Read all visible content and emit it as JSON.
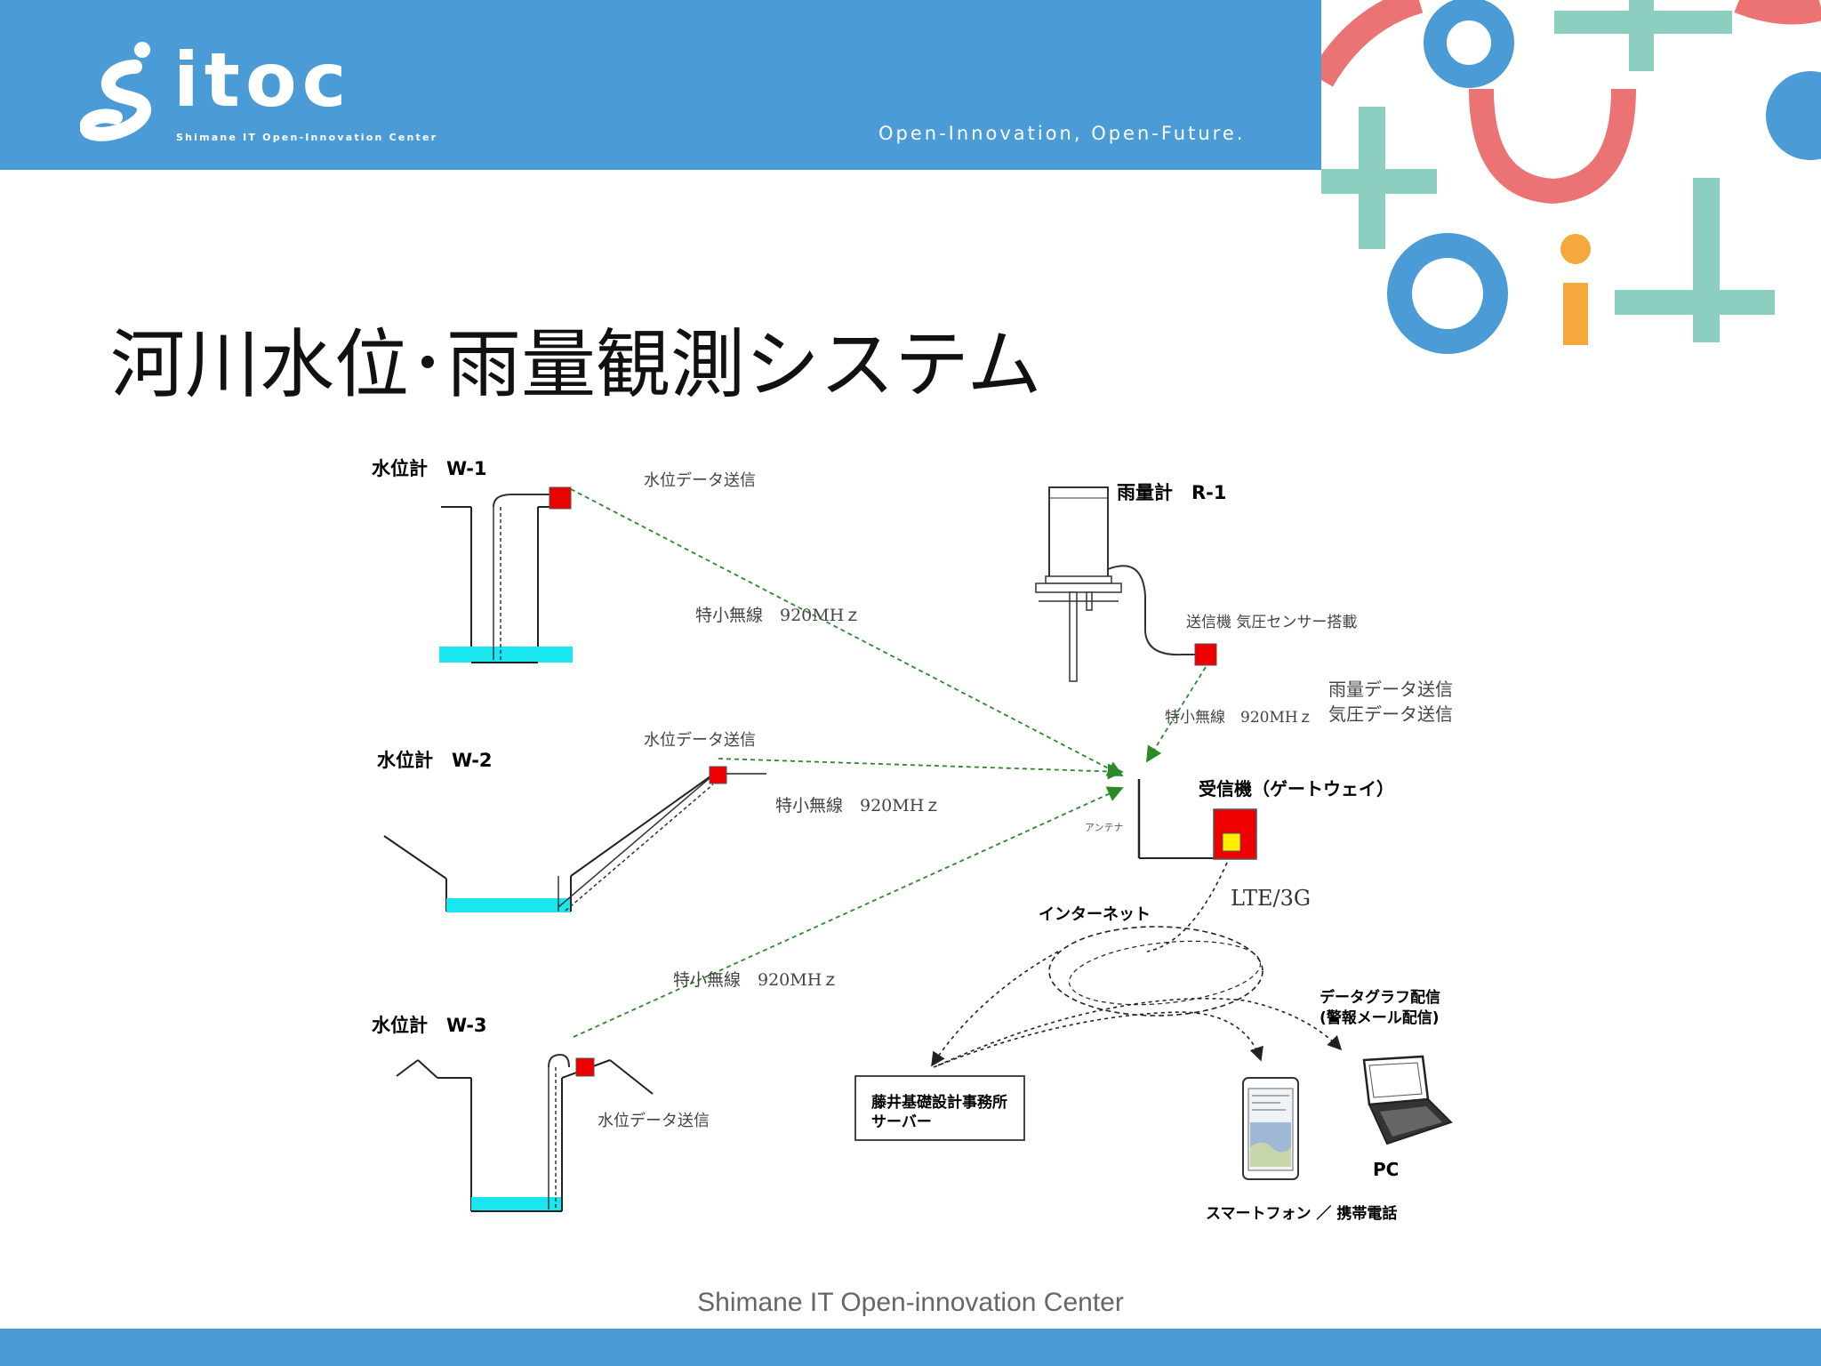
{
  "header": {
    "logo_text": "itoc",
    "logo_subtitle": "Shimane IT Open-Innovation Center",
    "tagline": "Open-Innovation, Open-Future.",
    "bg_color": "#4a9bd6"
  },
  "title": "河川水位･雨量観測システム",
  "diagram": {
    "w1": {
      "label": "水位計　W-1",
      "send": "水位データ送信",
      "radio": "特小無線　920MHｚ"
    },
    "w2": {
      "label": "水位計　W-2",
      "send": "水位データ送信",
      "radio": "特小無線　920MHｚ"
    },
    "w3": {
      "label": "水位計　W-3",
      "send": "水位データ送信",
      "radio": "特小無線　920MHｚ"
    },
    "r1": {
      "label": "雨量計　R-1",
      "transmitter": "送信機 気圧センサー搭載",
      "radio": "特小無線　920MHｚ",
      "send_rain": "雨量データ送信",
      "send_pressure": "気圧データ送信"
    },
    "gateway": {
      "label": "受信機（ゲートウェイ）",
      "antenna": "アンテナ",
      "link": "LTE/3G"
    },
    "internet": "インターネット",
    "server": {
      "line1": "藤井基礎設計事務所",
      "line2": "サーバー"
    },
    "delivery": {
      "line1": "データグラフ配信",
      "line2": "(警報メール配信)"
    },
    "smartphone": "スマートフォン ／ 携帯電話",
    "pc": "PC",
    "colors": {
      "water": "#19e6ee",
      "sensor": "#ee0000",
      "signal": "#2a8a2a",
      "indicator": "#ffee00"
    }
  },
  "footer": {
    "text": "Shimane IT Open-innovation Center"
  }
}
